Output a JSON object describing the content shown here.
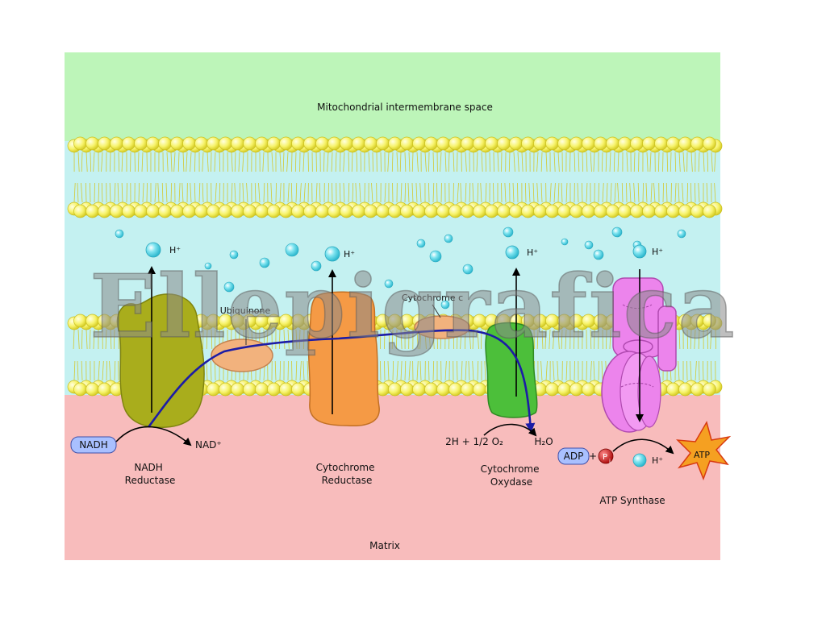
{
  "regions": {
    "intermembrane": "Mitochondrial intermembrane space",
    "matrix": "Matrix"
  },
  "proton": "H⁺",
  "molecules": {
    "nadh": "NADH",
    "nad": "NAD⁺",
    "ubiquinone": "Ubiquinone",
    "cytochrome_c": "Cytochrome c",
    "adp": "ADP",
    "plus": "+",
    "pi": "P",
    "pi_sub": "i",
    "atp": "ATP",
    "reactant": "2H + 1/2 O₂",
    "product": "H₂O"
  },
  "complexes": {
    "nadh_reductase": [
      "NADH",
      "Reductase"
    ],
    "cytochrome_reductase": [
      "Cytochrome",
      "Reductase"
    ],
    "cytochrome_oxydase": [
      "Cytochrome",
      "Oxydase"
    ],
    "atp_synthase": "ATP Synthase"
  },
  "watermark": "Ellepigrafica",
  "colors": {
    "intermembrane_bg": "#bdf5b9",
    "membrane_core": "#c4f1f1",
    "matrix_bg": "#f8bcbc",
    "lipid_head": "#f5f26a",
    "complex1": "#a9ad1c",
    "ubiquinone": "#f2b27d",
    "complex3": "#f59a45",
    "complex4": "#4cbf3a",
    "atp_synthase": "#ec84ec",
    "electron_path": "#1c1ca6",
    "proton": "#5fd8e8",
    "atp_star": "#f5a021"
  }
}
